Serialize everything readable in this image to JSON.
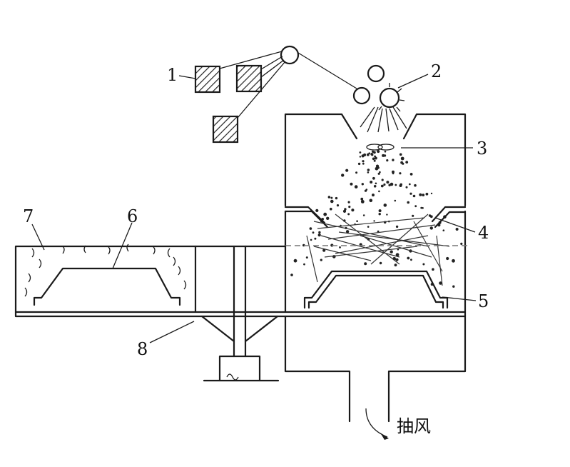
{
  "labels": {
    "n1": "1",
    "n2": "2",
    "n3": "3",
    "n4": "4",
    "n5": "5",
    "n6": "6",
    "n7": "7",
    "n8": "8"
  },
  "suction": "抽风"
}
